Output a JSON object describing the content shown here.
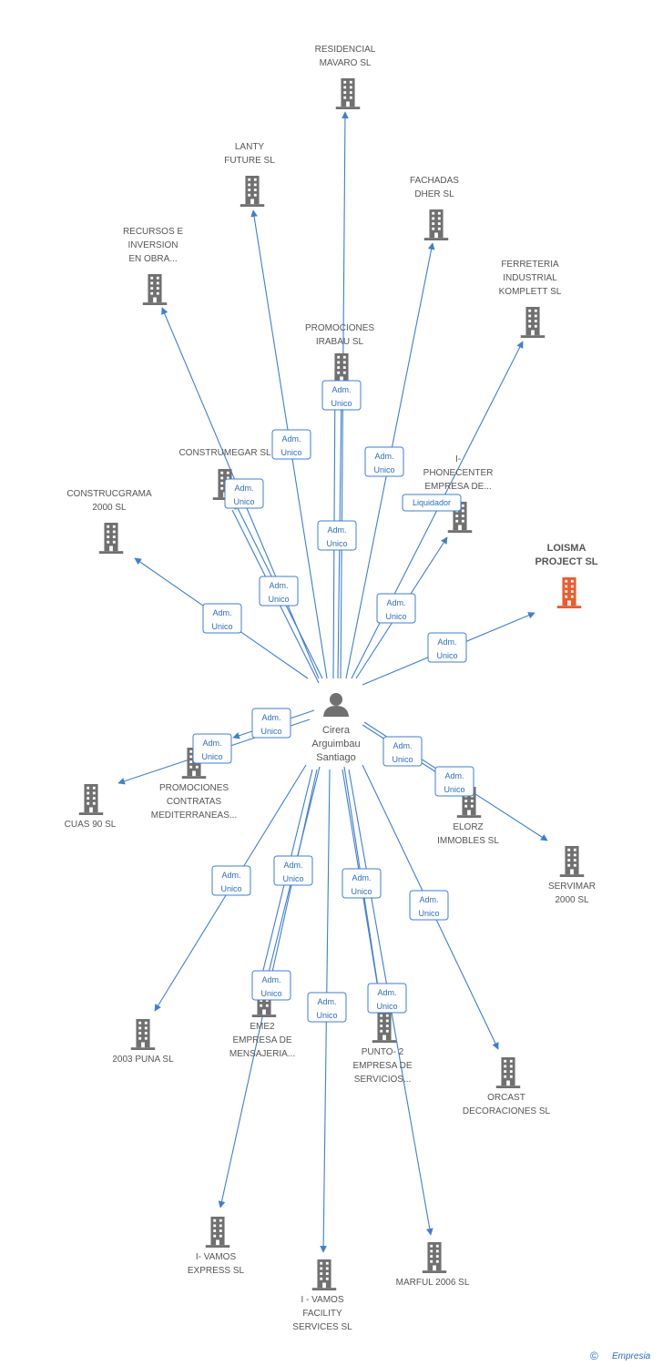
{
  "colors": {
    "edge": "#3d7fd1",
    "building": "#707070",
    "building_highlight": "#f05a2a",
    "badge_border": "#3d7fd1",
    "person": "#707070",
    "label": "#555555"
  },
  "person": {
    "lines": [
      "Cirera",
      "Arguimbau",
      "Santiago"
    ],
    "icon": "person-icon"
  },
  "companies": [
    {
      "id": "residencial",
      "lines": [
        "RESIDENCIAL",
        "MAVARO SL"
      ],
      "icon": "building-icon"
    },
    {
      "id": "lanty",
      "lines": [
        "LANTY",
        "FUTURE SL"
      ],
      "icon": "building-icon"
    },
    {
      "id": "fachadas",
      "lines": [
        "FACHADAS",
        "DHER SL"
      ],
      "icon": "building-icon"
    },
    {
      "id": "recursos",
      "lines": [
        "RECURSOS E",
        "INVERSION",
        "EN OBRA..."
      ],
      "icon": "building-icon"
    },
    {
      "id": "ferreteria",
      "lines": [
        "FERRETERIA",
        "INDUSTRIAL",
        "KOMPLETT SL"
      ],
      "icon": "building-icon"
    },
    {
      "id": "promociones-irabau",
      "lines": [
        "PROMOCIONES",
        "IRABAU SL"
      ],
      "icon": "building-icon"
    },
    {
      "id": "construmegar",
      "lines": [
        "CONSTRUMEGAR SL"
      ],
      "icon": "building-icon"
    },
    {
      "id": "phonecenter",
      "lines": [
        "I-",
        "PHONECENTER",
        "EMPRESA DE..."
      ],
      "icon": "building-icon"
    },
    {
      "id": "construcgrama",
      "lines": [
        "CONSTRUCGRAMA",
        "2000 SL"
      ],
      "icon": "building-icon"
    },
    {
      "id": "loisma",
      "lines": [
        "LOISMA",
        "PROJECT SL"
      ],
      "icon": "building-icon",
      "highlight": true
    },
    {
      "id": "promociones-contratas",
      "lines": [
        "PROMOCIONES",
        "CONTRATAS",
        "MEDITERRANEAS..."
      ],
      "icon": "building-icon"
    },
    {
      "id": "cuas",
      "lines": [
        "CUAS 90 SL"
      ],
      "icon": "building-icon"
    },
    {
      "id": "elorz",
      "lines": [
        "ELORZ",
        "IMMOBLES SL"
      ],
      "icon": "building-icon"
    },
    {
      "id": "servimar",
      "lines": [
        "SERVIMAR",
        "2000 SL"
      ],
      "icon": "building-icon"
    },
    {
      "id": "puna",
      "lines": [
        "2003 PUNA SL"
      ],
      "icon": "building-icon"
    },
    {
      "id": "eme2",
      "lines": [
        "EME2",
        "EMPRESA DE",
        "MENSAJERIA..."
      ],
      "icon": "building-icon"
    },
    {
      "id": "punto2",
      "lines": [
        "PUNTO- 2",
        "EMPRESA DE",
        "SERVICIOS..."
      ],
      "icon": "building-icon"
    },
    {
      "id": "orcast",
      "lines": [
        "ORCAST",
        "DECORACIONES SL"
      ],
      "icon": "building-icon"
    },
    {
      "id": "ivamos-express",
      "lines": [
        "I- VAMOS",
        "EXPRESS SL"
      ],
      "icon": "building-icon"
    },
    {
      "id": "ivamos-facility",
      "lines": [
        "I - VAMOS",
        "FACILITY",
        "SERVICES SL"
      ],
      "icon": "building-icon"
    },
    {
      "id": "marful",
      "lines": [
        "MARFUL 2006 SL"
      ],
      "icon": "building-icon"
    }
  ],
  "relations": [
    {
      "to": "residencial",
      "lines": [
        "Adm.",
        "Unico"
      ]
    },
    {
      "to": "lanty",
      "lines": [
        "Adm.",
        "Unico"
      ]
    },
    {
      "to": "fachadas",
      "lines": [
        "Adm.",
        "Unico"
      ]
    },
    {
      "to": "recursos",
      "lines": [
        "Adm.",
        "Unico"
      ]
    },
    {
      "to": "ferreteria",
      "lines": [
        "Liquidador"
      ]
    },
    {
      "to": "promociones-irabau",
      "lines": [
        "Adm.",
        "Unico"
      ]
    },
    {
      "to": "construmegar",
      "lines": [
        "Adm.",
        "Unico"
      ]
    },
    {
      "to": "phonecenter",
      "lines": [
        "Adm.",
        "Unico"
      ]
    },
    {
      "to": "construcgrama",
      "lines": [
        "Adm.",
        "Unico"
      ]
    },
    {
      "to": "loisma",
      "lines": [
        "Adm.",
        "Unico"
      ]
    },
    {
      "to": "promociones-contratas",
      "lines": [
        "Adm.",
        "Unico"
      ]
    },
    {
      "to": "cuas",
      "lines": [
        "Adm.",
        "Unico"
      ]
    },
    {
      "to": "elorz",
      "lines": [
        "Adm.",
        "Unico"
      ]
    },
    {
      "to": "servimar",
      "lines": [
        "Adm.",
        "Unico"
      ]
    },
    {
      "to": "puna",
      "lines": [
        "Adm.",
        "Unico"
      ]
    },
    {
      "to": "eme2",
      "lines": [
        "Adm.",
        "Unico"
      ]
    },
    {
      "to": "punto2",
      "lines": [
        "Adm.",
        "Unico"
      ]
    },
    {
      "to": "orcast",
      "lines": [
        "Adm.",
        "Unico"
      ]
    },
    {
      "to": "ivamos-express",
      "lines": [
        "Adm.",
        "Unico"
      ]
    },
    {
      "to": "ivamos-facility",
      "lines": [
        "Adm.",
        "Unico"
      ]
    },
    {
      "to": "marful",
      "lines": [
        "Adm.",
        "Unico"
      ]
    }
  ],
  "footer": {
    "symbol": "©",
    "brand": "Empresia"
  }
}
